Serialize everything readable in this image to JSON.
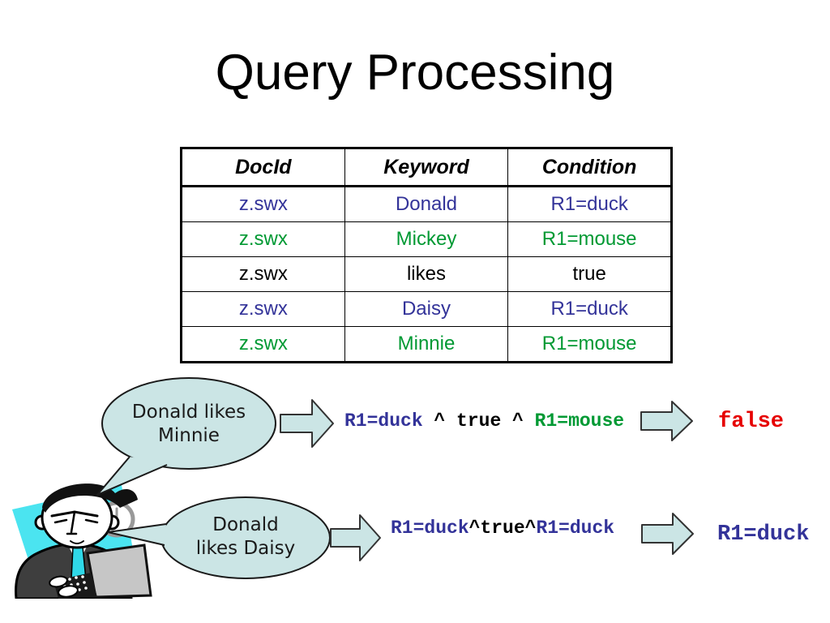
{
  "slide": {
    "title": "Query Processing"
  },
  "palette": {
    "black": "#000000",
    "blue": "#333399",
    "green": "#009933",
    "red": "#e60000",
    "shape_fill": "#cbe5e5",
    "shape_stroke": "#333333",
    "cyan_accent": "#4be4f0",
    "laptop_gray": "#c6c6c6",
    "suit_gray": "#3e3e3e",
    "clock_gray": "#999999"
  },
  "table": {
    "headers": [
      "DocId",
      "Keyword",
      "Condition"
    ],
    "rows": [
      {
        "cells": [
          "z.swx",
          "Donald",
          "R1=duck"
        ],
        "color": "blue"
      },
      {
        "cells": [
          "z.swx",
          "Mickey",
          "R1=mouse"
        ],
        "color": "green"
      },
      {
        "cells": [
          "z.swx",
          "likes",
          "true"
        ],
        "color": "black"
      },
      {
        "cells": [
          "z.swx",
          "Daisy",
          "R1=duck"
        ],
        "color": "blue"
      },
      {
        "cells": [
          "z.swx",
          "Minnie",
          "R1=mouse"
        ],
        "color": "green"
      }
    ]
  },
  "flow1": {
    "bubble": {
      "line1": "Donald likes",
      "line2": "Minnie"
    },
    "expression": [
      {
        "text": "R1=duck",
        "color": "blue"
      },
      {
        "text": " ^ true ^ ",
        "color": "black"
      },
      {
        "text": "R1=mouse",
        "color": "green"
      }
    ],
    "result": {
      "text": "false",
      "color": "red"
    }
  },
  "flow2": {
    "bubble": {
      "line1": "Donald",
      "line2": "likes Daisy"
    },
    "expression": [
      {
        "text": "R1=duck",
        "color": "blue"
      },
      {
        "text": "^true^",
        "color": "black"
      },
      {
        "text": "R1=duck",
        "color": "blue"
      }
    ],
    "result": {
      "text": "R1=duck",
      "color": "blue"
    }
  }
}
